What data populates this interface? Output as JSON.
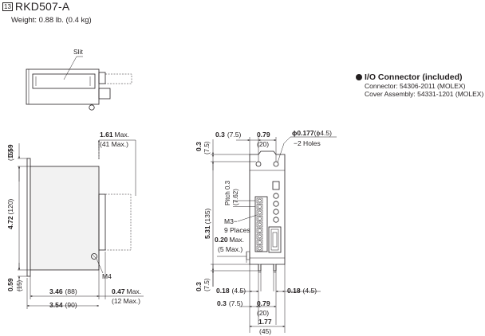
{
  "header": {
    "model_number": "13",
    "model_name": "RKD507-A",
    "weight": "Weight: 0.88 lb. (0.4 kg)"
  },
  "connector": {
    "title": "I/O Connector (included)",
    "line1": "Connector: 54306-2011 (MOLEX)",
    "line2": "Cover Assembly: 54331-1201 (MOLEX)"
  },
  "top_view": {
    "slit_label": "Slit"
  },
  "side_view": {
    "depth_top_in": "1.61",
    "depth_top_in_suffix": "Max.",
    "depth_top_mm": "(41 Max.)",
    "height_top_in": "0.59",
    "height_top_mm": "(15)",
    "height_mid_in": "4.72",
    "height_mid_mm": "(120)",
    "height_bot_in": "0.59",
    "height_bot_mm": "(15)",
    "width_body_in": "3.46",
    "width_body_mm": "(88)",
    "width_total_in": "3.54",
    "width_total_mm": "(90)",
    "heatsink_in": "0.47",
    "heatsink_in_suffix": "Max.",
    "heatsink_mm": "(12 Max.)",
    "screw_label": "M4"
  },
  "front_view": {
    "top_left_in": "0.3",
    "top_left_mm": "(7.5)",
    "top_width_in": "0.79",
    "top_width_mm": "(20)",
    "hole_dia": "ϕ0.177",
    "hole_dia_mm": "(ϕ4.5)",
    "holes_label": "−2 Holes",
    "top_height_in": "0.3",
    "top_height_mm": "(7.5)",
    "pitch_label": "Pitch 0.3",
    "pitch_mm": "(7.62)",
    "height_in": "5.31",
    "height_mm": "(135)",
    "terminal_label": "M3−",
    "terminal_places": "9 Places",
    "protrude_in": "0.20",
    "protrude_in_suffix": "Max.",
    "protrude_mm": "(5 Max.)",
    "bot_height_in": "0.3",
    "bot_height_mm": "(7.5)",
    "slot_left_in": "0.18",
    "slot_left_mm": "(4.5)",
    "slot_right_in": "0.18",
    "slot_right_mm": "(4.5)",
    "bot_left_in": "0.3",
    "bot_left_mm": "(7.5)",
    "bot_mid_in": "0.79",
    "bot_mid_mm": "(20)",
    "total_width_in": "1.77",
    "total_width_mm": "(45)"
  }
}
